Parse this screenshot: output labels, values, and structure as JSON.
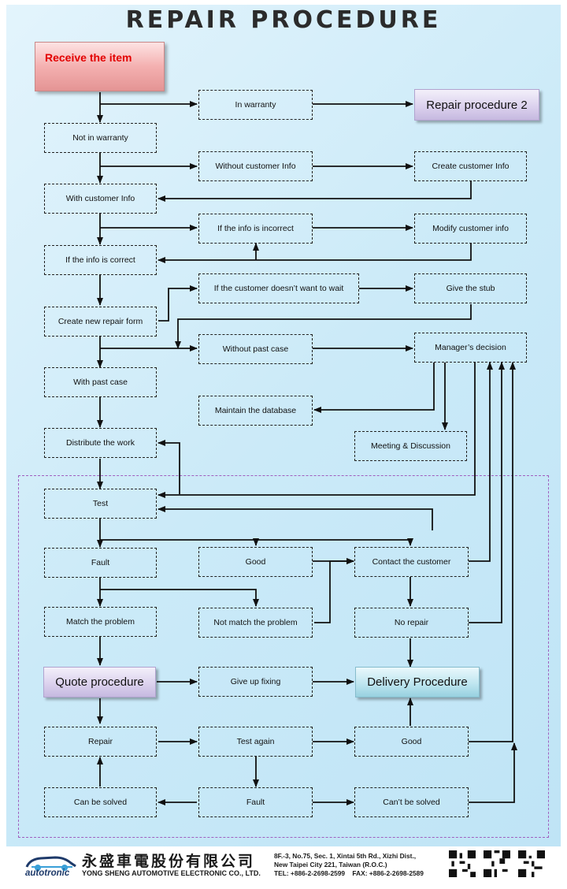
{
  "title": "REPAIR PROCEDURE",
  "nodes": {
    "receive": "Receive the item",
    "in_warranty": "In warranty",
    "repair_procedure_2": "Repair procedure 2",
    "not_in_warranty": "Not in warranty",
    "without_customer_info": "Without customer Info",
    "create_customer_info": "Create customer Info",
    "with_customer_info": "With customer Info",
    "if_info_incorrect": "If the info is incorrect",
    "modify_customer_info": "Modify customer info",
    "if_info_correct": "If the info is correct",
    "customer_not_wait": "If the customer doesn’t want to wait",
    "give_stub": "Give the stub",
    "create_repair_form": "Create new repair form",
    "without_past_case": "Without past case",
    "managers_decision": "Manager’s decision",
    "with_past_case": "With past case",
    "maintain_database": "Maintain the database",
    "meeting_discussion": "Meeting & Discussion",
    "distribute_work": "Distribute the work",
    "test": "Test",
    "fault": "Fault",
    "good": "Good",
    "contact_customer": "Contact the customer",
    "match_problem": "Match the problem",
    "not_match_problem": "Not match the problem",
    "no_repair": "No repair",
    "quote_procedure": "Quote procedure",
    "give_up_fixing": "Give up fixing",
    "delivery_procedure": "Delivery Procedure",
    "repair": "Repair",
    "test_again": "Test again",
    "good_2": "Good",
    "can_be_solved": "Can be solved",
    "fault_2": "Fault",
    "cant_be_solved": "Can’t be solved"
  },
  "footer": {
    "brand": "autotronic",
    "company_cn": "永盛車電股份有限公司",
    "company_en": "YONG SHENG AUTOMOTIVE ELECTRONIC CO., LTD.",
    "address_line1": "8F.-3, No.75, Sec. 1, Xintai 5th Rd., Xizhi Dist.,",
    "address_line2": "New Taipei City 221, Taiwan (R.O.C.)",
    "tel": "TEL: +886-2-2698-2599",
    "fax": "FAX: +886-2-2698-2589"
  },
  "colors": {
    "background": "#cbeaf8",
    "receive_text": "#e30000",
    "region_border": "#a05fbf"
  }
}
